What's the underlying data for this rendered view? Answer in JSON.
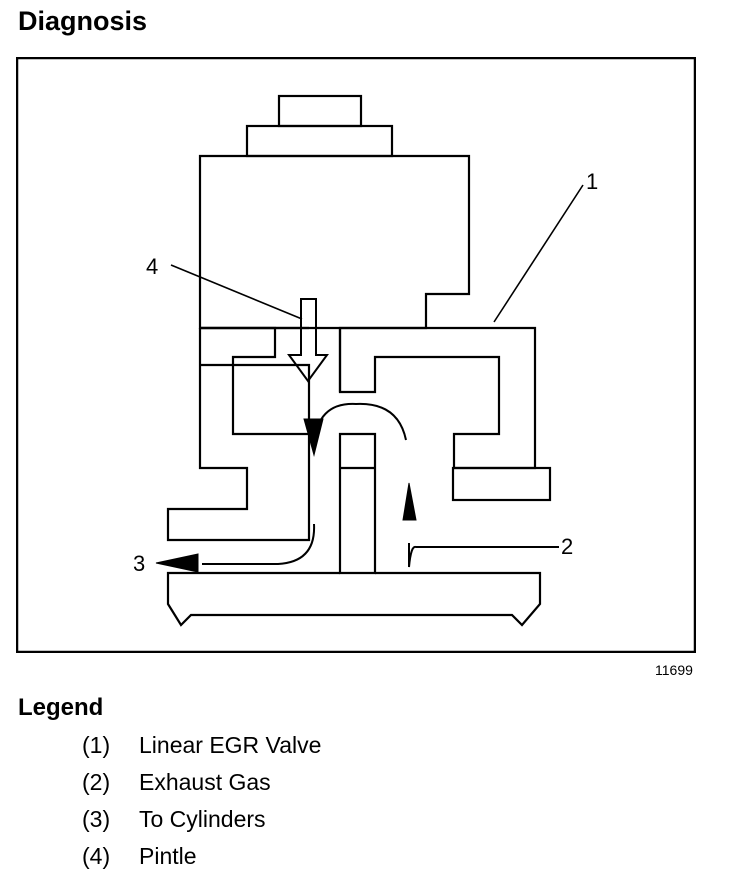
{
  "header": {
    "title": "Diagnosis"
  },
  "figure": {
    "id": "11699",
    "callouts": [
      "1",
      "2",
      "3",
      "4"
    ]
  },
  "legend": {
    "title": "Legend",
    "items": [
      {
        "number": "(1)",
        "label": "Linear EGR Valve"
      },
      {
        "number": "(2)",
        "label": "Exhaust Gas"
      },
      {
        "number": "(3)",
        "label": "To Cylinders"
      },
      {
        "number": "(4)",
        "label": "Pintle"
      }
    ]
  },
  "colors": {
    "ink": "#000000",
    "paper": "#ffffff"
  }
}
